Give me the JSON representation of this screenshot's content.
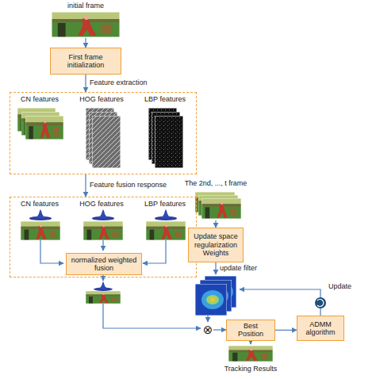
{
  "diagram": {
    "nodes": [
      {
        "text": [
          "initial frame"
        ]
      },
      {
        "text": [
          "First frame initialization"
        ]
      },
      {
        "text": [
          "CN features",
          "HOG features",
          "LBP features"
        ]
      },
      {
        "text": [
          "CN features",
          "HOG features",
          "LBP features"
        ]
      },
      {
        "text": [
          "normalized weighted fusion"
        ],
        "in": 3
      },
      {
        "text": [
          "The 2nd, ..., t frame"
        ]
      },
      {
        "text": [
          "Update space regularization Weights"
        ]
      },
      {
        "text": [
          "⊗"
        ]
      },
      {
        "text": [
          "Best Position"
        ]
      },
      {
        "text": [
          "ADMM algorithm"
        ]
      },
      {
        "text": [
          "Tracking Results"
        ]
      }
    ],
    "edges": [
      {
        "from": 0,
        "to": 1,
        "arrow": "to"
      },
      {
        "from": 1,
        "to": 2,
        "label": "Feature extraction",
        "arrow": "to"
      },
      {
        "from": 2,
        "to": 3,
        "label": "Feature fusion response",
        "arrow": "to"
      },
      {
        "from": 5,
        "to": 6,
        "arrow": "to"
      },
      {
        "from": 7,
        "to": 8,
        "arrow": "to"
      },
      {
        "from": 8,
        "to": 9,
        "arrow": "to"
      },
      {
        "from": 8,
        "to": 10,
        "arrow": "to"
      }
    ],
    "labels": [
      "update filter",
      "Update"
    ]
  }
}
